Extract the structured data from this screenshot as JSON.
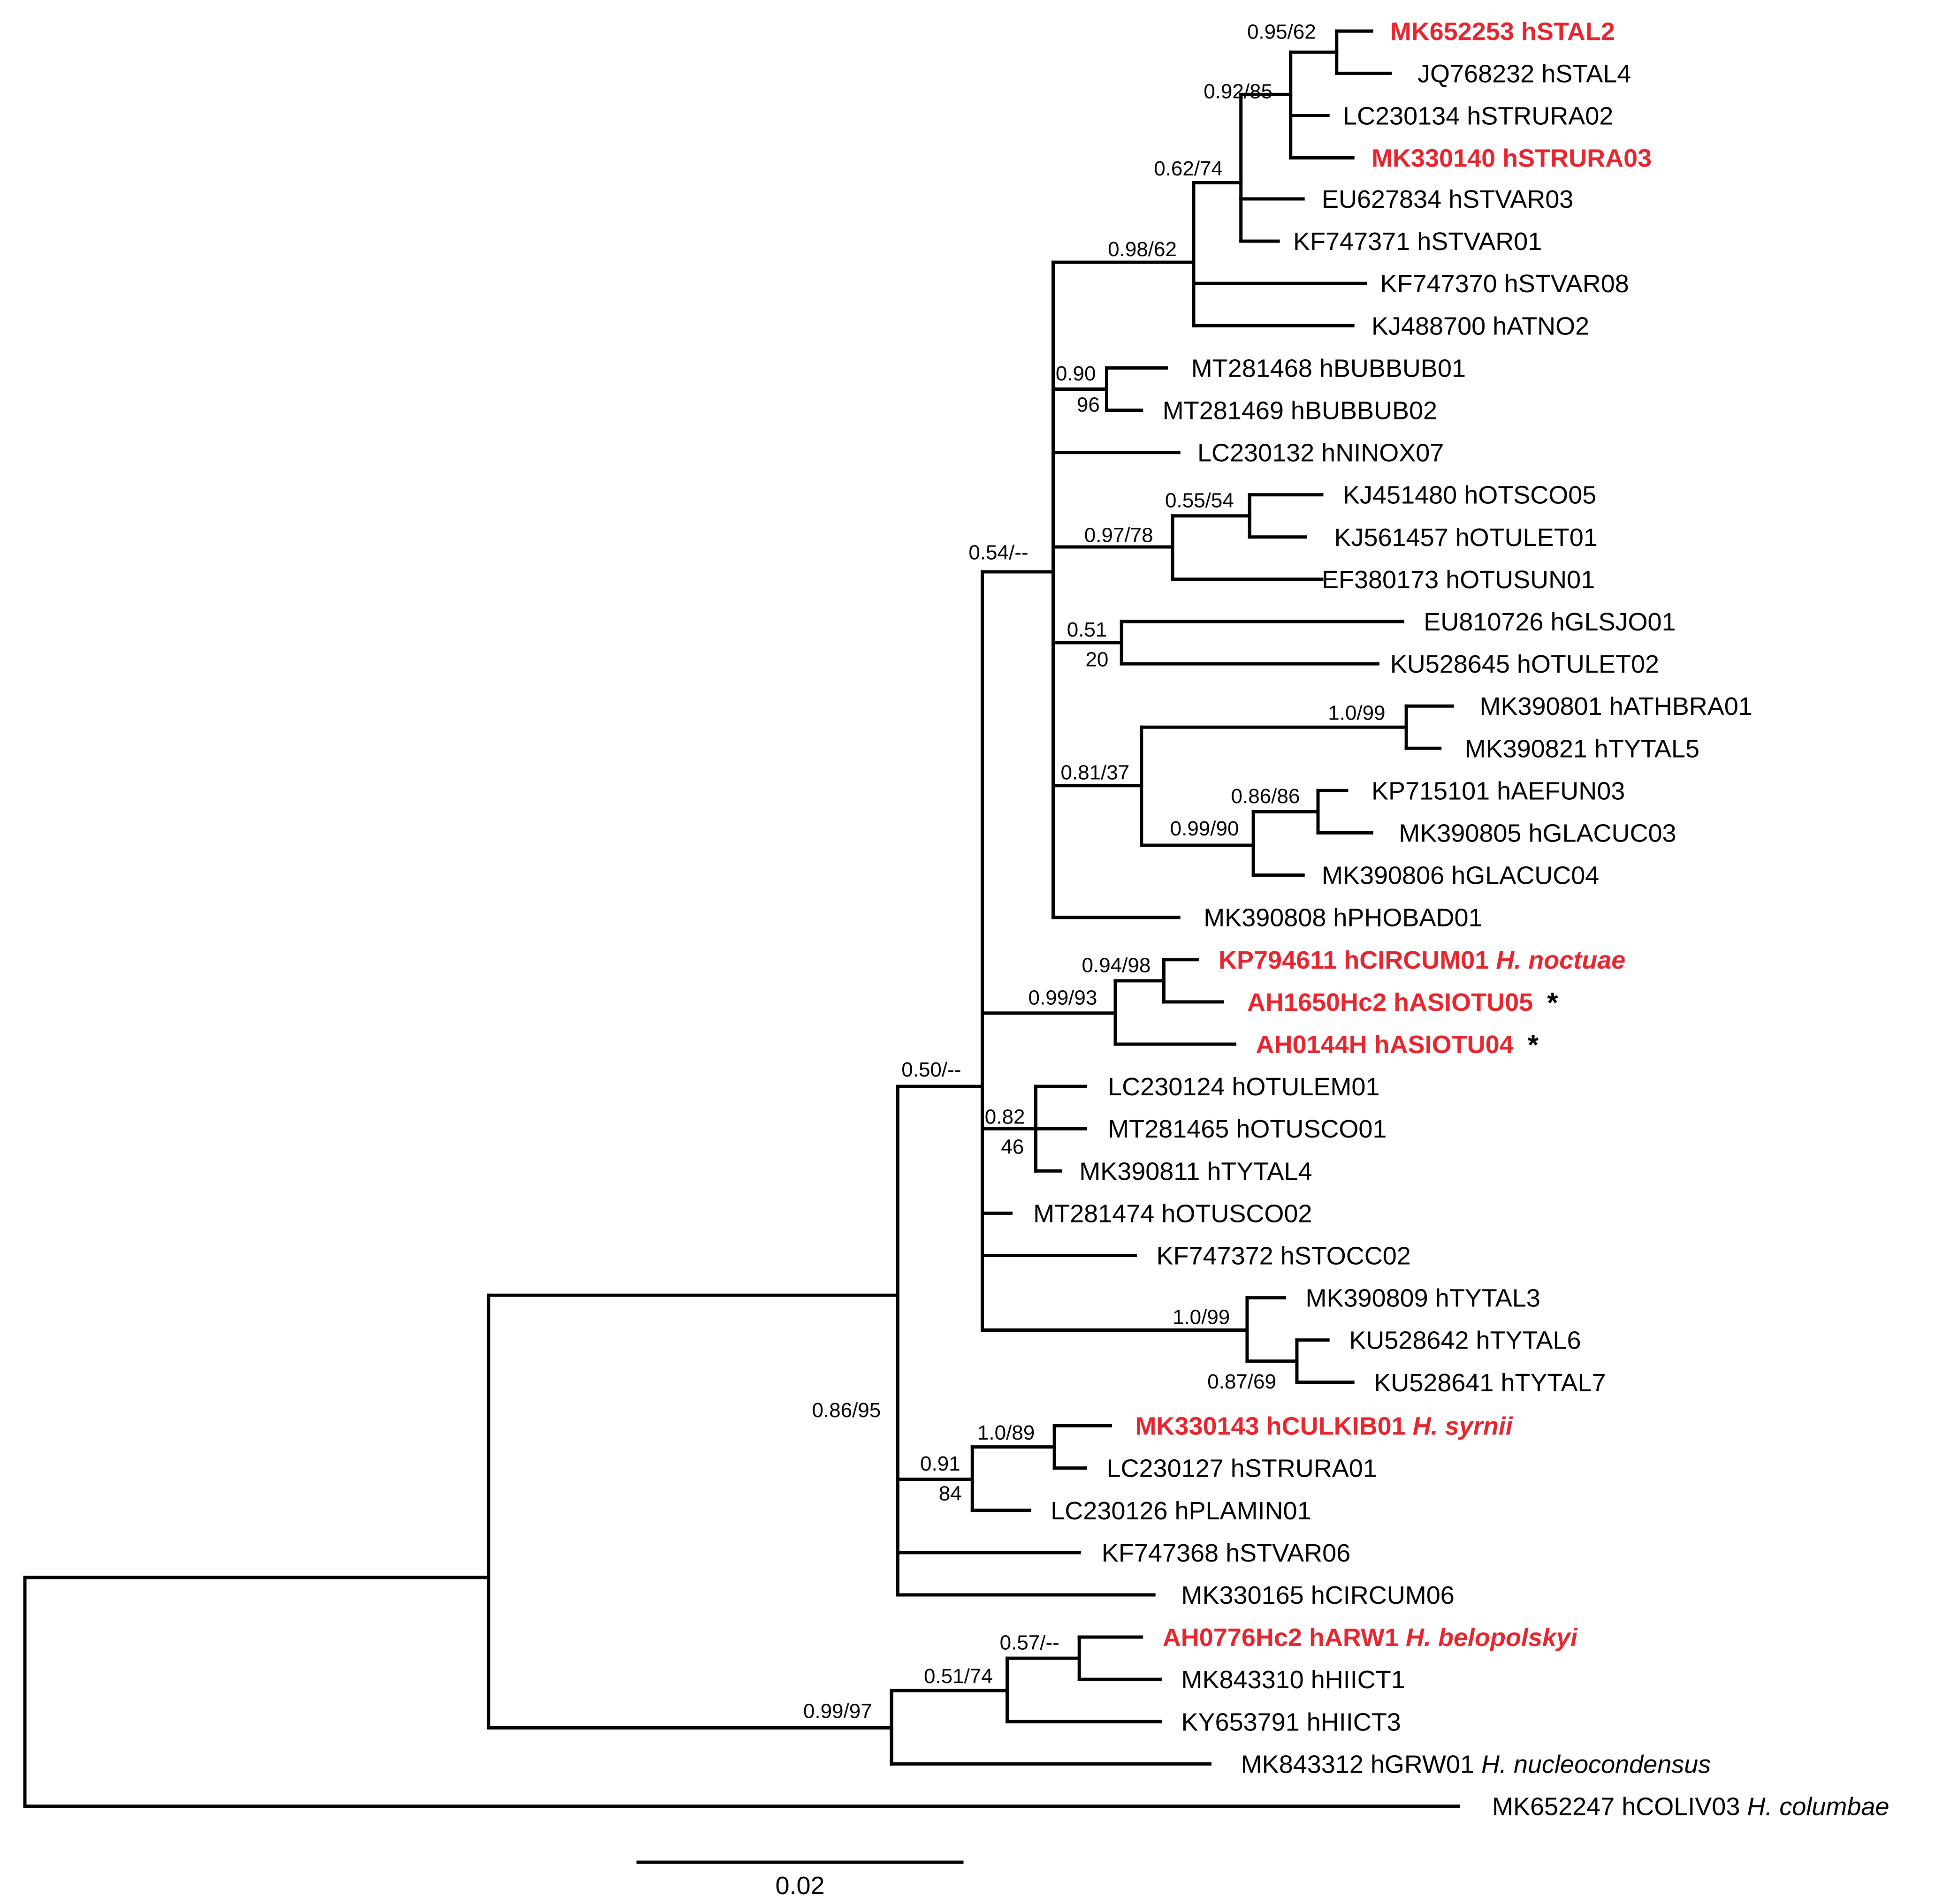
{
  "tree": {
    "highlight_color": "#e5262f",
    "taxa": [
      {
        "text": "MK652253 hSTAL2",
        "species": "",
        "highlight": true,
        "star": false
      },
      {
        "text": "JQ768232 hSTAL4",
        "species": "",
        "highlight": false,
        "star": false
      },
      {
        "text": "LC230134 hSTRURA02",
        "species": "",
        "highlight": false,
        "star": false
      },
      {
        "text": "MK330140 hSTRURA03",
        "species": "",
        "highlight": true,
        "star": false
      },
      {
        "text": "EU627834 hSTVAR03",
        "species": "",
        "highlight": false,
        "star": false
      },
      {
        "text": "KF747371 hSTVAR01",
        "species": "",
        "highlight": false,
        "star": false
      },
      {
        "text": "KF747370 hSTVAR08",
        "species": "",
        "highlight": false,
        "star": false
      },
      {
        "text": "KJ488700 hATNO2",
        "species": "",
        "highlight": false,
        "star": false
      },
      {
        "text": "MT281468 hBUBBUB01",
        "species": "",
        "highlight": false,
        "star": false
      },
      {
        "text": "MT281469 hBUBBUB02",
        "species": "",
        "highlight": false,
        "star": false
      },
      {
        "text": "LC230132 hNINOX07",
        "species": "",
        "highlight": false,
        "star": false
      },
      {
        "text": "KJ451480 hOTSCO05",
        "species": "",
        "highlight": false,
        "star": false
      },
      {
        "text": "KJ561457 hOTULET01",
        "species": "",
        "highlight": false,
        "star": false
      },
      {
        "text": "EF380173 hOTUSUN01",
        "species": "",
        "highlight": false,
        "star": false
      },
      {
        "text": "EU810726 hGLSJO01",
        "species": "",
        "highlight": false,
        "star": false
      },
      {
        "text": "KU528645 hOTULET02",
        "species": "",
        "highlight": false,
        "star": false
      },
      {
        "text": "MK390801 hATHBRA01",
        "species": "",
        "highlight": false,
        "star": false
      },
      {
        "text": "MK390821 hTYTAL5",
        "species": "",
        "highlight": false,
        "star": false
      },
      {
        "text": "KP715101 hAEFUN03",
        "species": "",
        "highlight": false,
        "star": false
      },
      {
        "text": "MK390805 hGLACUC03",
        "species": "",
        "highlight": false,
        "star": false
      },
      {
        "text": "MK390806 hGLACUC04",
        "species": "",
        "highlight": false,
        "star": false
      },
      {
        "text": "MK390808 hPHOBAD01",
        "species": "",
        "highlight": false,
        "star": false
      },
      {
        "text": "KP794611 hCIRCUM01",
        "species": "H. noctuae",
        "highlight": true,
        "star": false
      },
      {
        "text": "AH1650Hc2 hASIOTU05",
        "species": "",
        "highlight": true,
        "star": true
      },
      {
        "text": "AH0144H hASIOTU04",
        "species": "",
        "highlight": true,
        "star": true
      },
      {
        "text": "LC230124 hOTULEM01",
        "species": "",
        "highlight": false,
        "star": false
      },
      {
        "text": "MT281465 hOTUSCO01",
        "species": "",
        "highlight": false,
        "star": false
      },
      {
        "text": "MK390811 hTYTAL4",
        "species": "",
        "highlight": false,
        "star": false
      },
      {
        "text": "MT281474 hOTUSCO02",
        "species": "",
        "highlight": false,
        "star": false
      },
      {
        "text": "KF747372 hSTOCC02",
        "species": "",
        "highlight": false,
        "star": false
      },
      {
        "text": "MK390809 hTYTAL3",
        "species": "",
        "highlight": false,
        "star": false
      },
      {
        "text": "KU528642 hTYTAL6",
        "species": "",
        "highlight": false,
        "star": false
      },
      {
        "text": "KU528641 hTYTAL7",
        "species": "",
        "highlight": false,
        "star": false
      },
      {
        "text": "MK330143 hCULKIB01",
        "species": "H. syrnii",
        "highlight": true,
        "star": false
      },
      {
        "text": "LC230127 hSTRURA01",
        "species": "",
        "highlight": false,
        "star": false
      },
      {
        "text": "LC230126 hPLAMIN01",
        "species": "",
        "highlight": false,
        "star": false
      },
      {
        "text": "KF747368 hSTVAR06",
        "species": "",
        "highlight": false,
        "star": false
      },
      {
        "text": "MK330165 hCIRCUM06",
        "species": "",
        "highlight": false,
        "star": false
      },
      {
        "text": "AH0776Hc2 hARW1",
        "species": "H. belopolskyi",
        "highlight": true,
        "star": false
      },
      {
        "text": "MK843310 hHIICT1",
        "species": "",
        "highlight": false,
        "star": false
      },
      {
        "text": "KY653791 hHIICT3",
        "species": "",
        "highlight": false,
        "star": false
      },
      {
        "text": "MK843312 hGRW01",
        "species": "H. nucleocondensus",
        "highlight": false,
        "star": false
      },
      {
        "text": "MK652247 hCOLIV03",
        "species": "H. columbae",
        "highlight": false,
        "star": false
      }
    ],
    "support": [
      "0.95/62",
      "0.92/85",
      "0.62/74",
      "0.98/62",
      "0.90",
      "96",
      "0.55/54",
      "0.97/78",
      "0.54/--",
      "0.51",
      "20",
      "1.0/99",
      "0.81/37",
      "0.86/86",
      "0.99/90",
      "0.94/98",
      "0.99/93",
      "0.50/--",
      "0.82",
      "46",
      "1.0/99",
      "0.87/69",
      "0.86/95",
      "1.0/89",
      "0.91",
      "84",
      "0.57/--",
      "0.51/74",
      "0.99/97"
    ],
    "star_symbol": "*",
    "scale_bar": {
      "label": "0.02"
    }
  }
}
